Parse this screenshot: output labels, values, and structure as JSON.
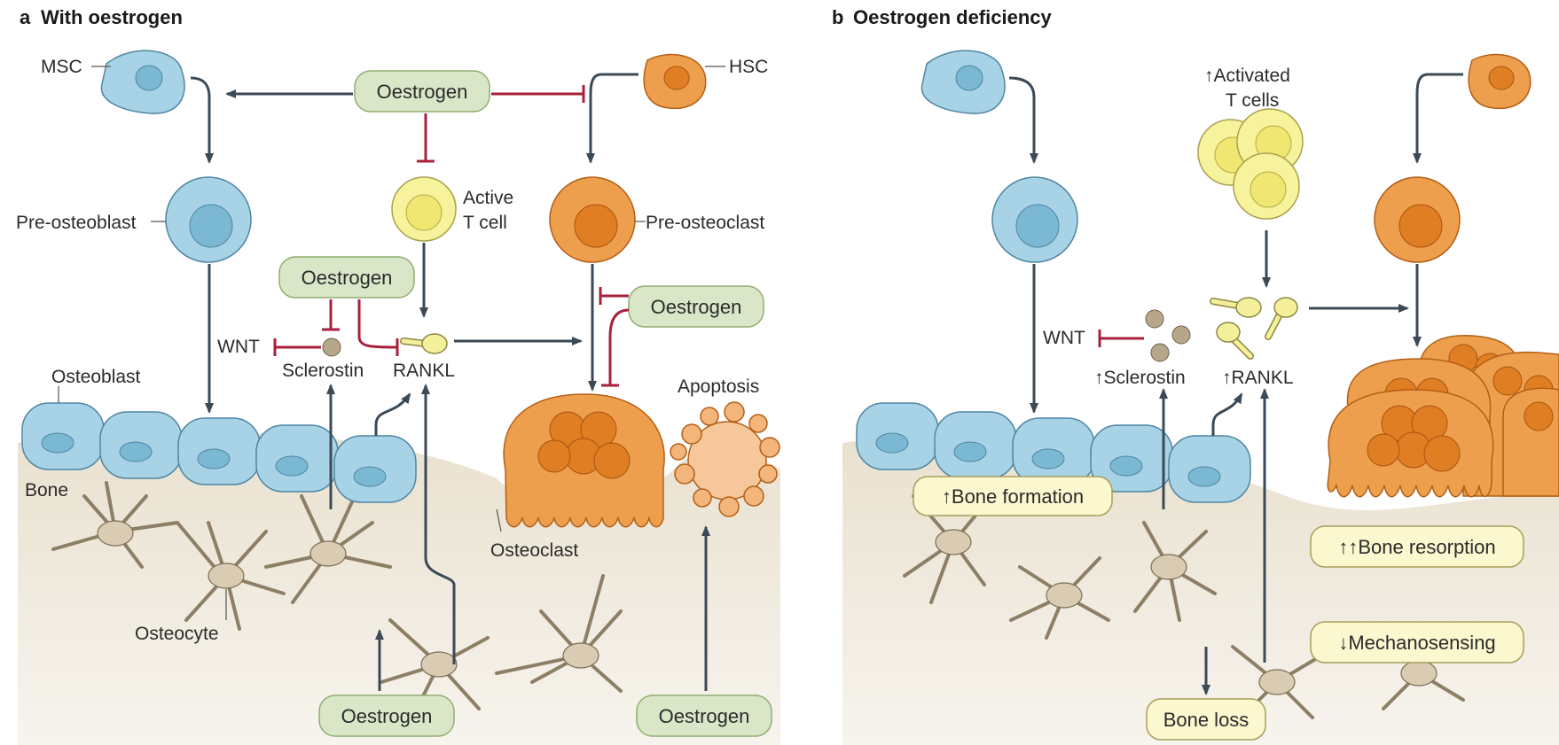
{
  "panels": {
    "a": {
      "letter": "a",
      "title": "With oestrogen"
    },
    "b": {
      "letter": "b",
      "title": "Oestrogen deficiency"
    }
  },
  "labels_a": {
    "msc": "MSC",
    "hsc": "HSC",
    "pre_osteoblast": "Pre-osteoblast",
    "pre_osteoclast": "Pre-osteoclast",
    "active_t_cell_1": "Active",
    "active_t_cell_2": "T cell",
    "wnt": "WNT",
    "sclerostin": "Sclerostin",
    "rankl": "RANKL",
    "osteoblast": "Osteoblast",
    "bone": "Bone",
    "osteocyte": "Osteocyte",
    "osteoclast": "Osteoclast",
    "apoptosis": "Apoptosis"
  },
  "oestrogen_boxes": {
    "top": "Oestrogen",
    "mid_left": "Oestrogen",
    "mid_right": "Oestrogen",
    "bottom_left": "Oestrogen",
    "bottom_right": "Oestrogen"
  },
  "labels_b": {
    "activated_t_cells_1": "↑Activated",
    "activated_t_cells_2": "T cells",
    "wnt": "WNT",
    "sclerostin": "↑Sclerostin",
    "rankl": "↑RANKL",
    "bone_formation": "↑Bone formation",
    "bone_resorption": "↑↑Bone resorption",
    "mechanosensing": "↓Mechanosensing",
    "bone_loss": "Bone loss"
  },
  "colors": {
    "stimulation_arrow": "#3b4a56",
    "inhibition": "#a8213a",
    "oestrogen_box": "#d9e7c8",
    "outcome_box": "#fbf7cf",
    "bone": "#f1ece1"
  }
}
